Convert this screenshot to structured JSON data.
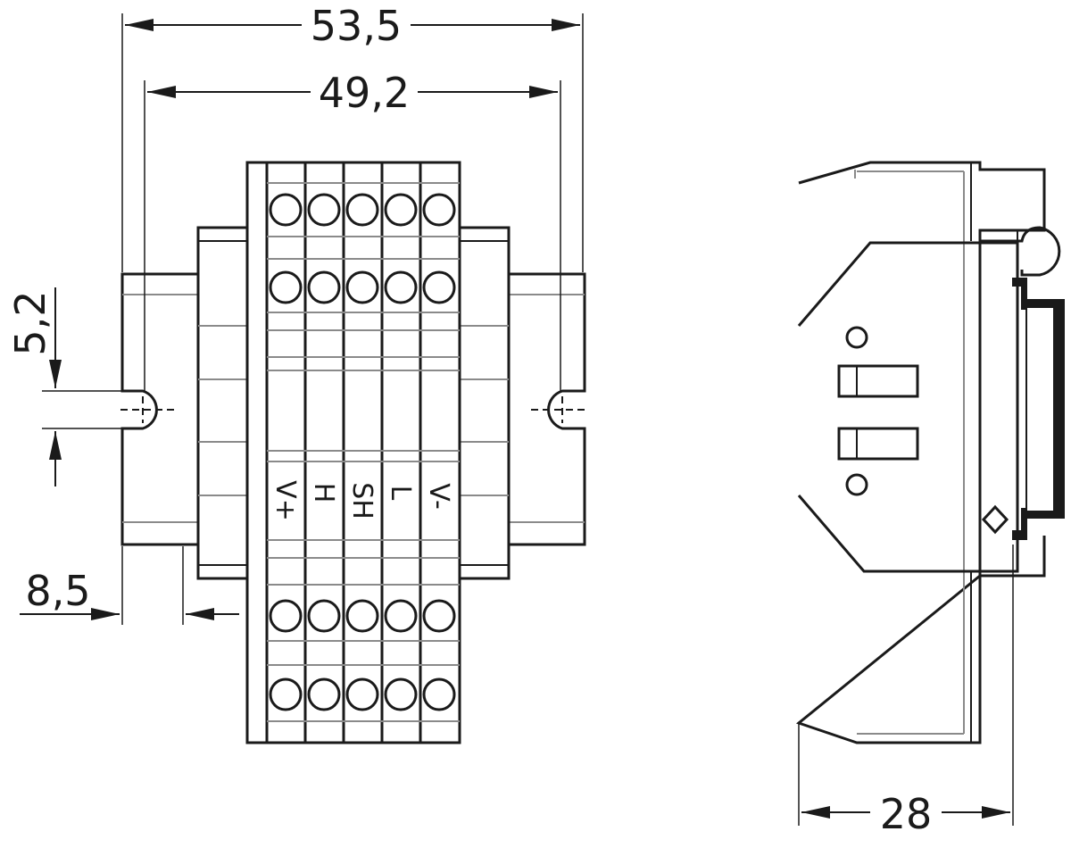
{
  "dimensions": {
    "overall_width": "53,5",
    "hole_spacing": "49,2",
    "slot_width": "5,2",
    "edge_offset": "8,5",
    "depth": "28"
  },
  "terminal_labels": [
    "V+",
    "H",
    "SH",
    "L",
    "V-"
  ]
}
